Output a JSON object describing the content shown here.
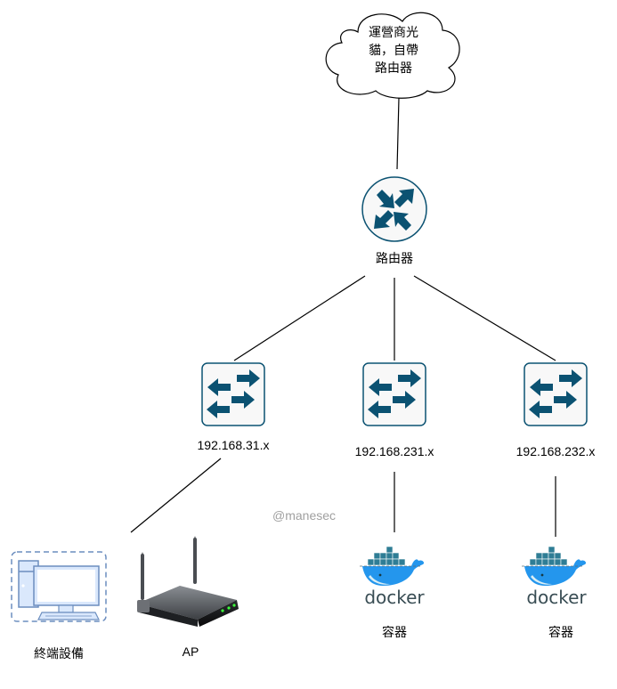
{
  "diagram": {
    "cloud": {
      "lines": [
        "運營商光",
        "貓，自帶",
        "路由器"
      ]
    },
    "router": {
      "label": "路由器",
      "icon": "router-icon"
    },
    "switches": [
      {
        "label": "192.168.31.x",
        "icon": "switch-icon"
      },
      {
        "label": "192.168.231.x",
        "icon": "switch-icon"
      },
      {
        "label": "192.168.232.x",
        "icon": "switch-icon"
      }
    ],
    "endpoints": [
      {
        "label": "終端設備",
        "icon": "desktop-computer-icon"
      },
      {
        "label": "AP",
        "icon": "wireless-router-icon"
      },
      {
        "label": "容器",
        "icon": "docker-icon",
        "logo_text": "docker"
      },
      {
        "label": "容器",
        "icon": "docker-icon",
        "logo_text": "docker"
      }
    ],
    "watermark": "@manesec",
    "colors": {
      "icon_primary": "#0b5272",
      "icon_bg": "#f8f8f8",
      "desktop_stroke": "#6c8ebf",
      "docker_blue": "#2496ed",
      "docker_text": "#394d54"
    }
  }
}
